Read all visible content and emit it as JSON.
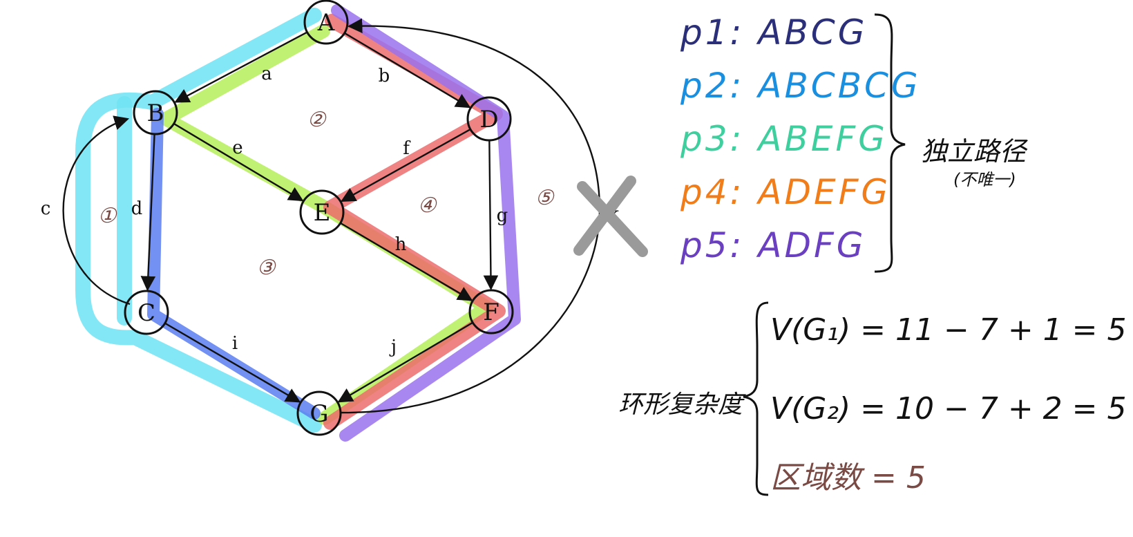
{
  "graph": {
    "nodes": [
      {
        "id": "A",
        "label": "A"
      },
      {
        "id": "B",
        "label": "B"
      },
      {
        "id": "C",
        "label": "C"
      },
      {
        "id": "D",
        "label": "D"
      },
      {
        "id": "E",
        "label": "E"
      },
      {
        "id": "F",
        "label": "F"
      },
      {
        "id": "G",
        "label": "G"
      }
    ],
    "edges": [
      {
        "id": "a",
        "label": "a",
        "from": "A",
        "to": "B"
      },
      {
        "id": "b",
        "label": "b",
        "from": "A",
        "to": "D"
      },
      {
        "id": "c",
        "label": "c",
        "from": "C",
        "to": "B"
      },
      {
        "id": "d",
        "label": "d",
        "from": "B",
        "to": "C"
      },
      {
        "id": "e",
        "label": "e",
        "from": "B",
        "to": "E"
      },
      {
        "id": "f",
        "label": "f",
        "from": "D",
        "to": "E"
      },
      {
        "id": "g",
        "label": "g",
        "from": "D",
        "to": "F"
      },
      {
        "id": "h",
        "label": "h",
        "from": "E",
        "to": "F"
      },
      {
        "id": "i",
        "label": "i",
        "from": "C",
        "to": "G"
      },
      {
        "id": "j",
        "label": "j",
        "from": "F",
        "to": "G"
      },
      {
        "id": "k",
        "label": "k",
        "from": "G",
        "to": "A"
      }
    ],
    "regions": [
      "①",
      "②",
      "③",
      "④",
      "⑤"
    ],
    "crossed_edge": "k"
  },
  "paths": [
    {
      "label": "p1: ABCG",
      "color": "#2b2f7a"
    },
    {
      "label": "p2: ABCBCG",
      "color": "#1a8fe0"
    },
    {
      "label": "p3: ABEFG",
      "color": "#3fcf9f"
    },
    {
      "label": "p4: ADEFG",
      "color": "#f07d1a"
    },
    {
      "label": "p5: ADFG",
      "color": "#6a3fc0"
    }
  ],
  "highlight_colors": {
    "cyan": "#6fe3f3",
    "green": "#b6ef5a",
    "red": "#ec6c6c",
    "blue": "#5b7ef0",
    "purple": "#9a72ee"
  },
  "independent_paths_label": "独立路径",
  "not_unique_label": "(不唯一)",
  "complexity_label": "环形复杂度",
  "formulas": [
    "V(G₁) = 11 − 7 + 1 = 5",
    "V(G₂) = 10 − 7 + 2 = 5",
    "区域数 = 5"
  ],
  "region_count_color": "#7a4a45"
}
